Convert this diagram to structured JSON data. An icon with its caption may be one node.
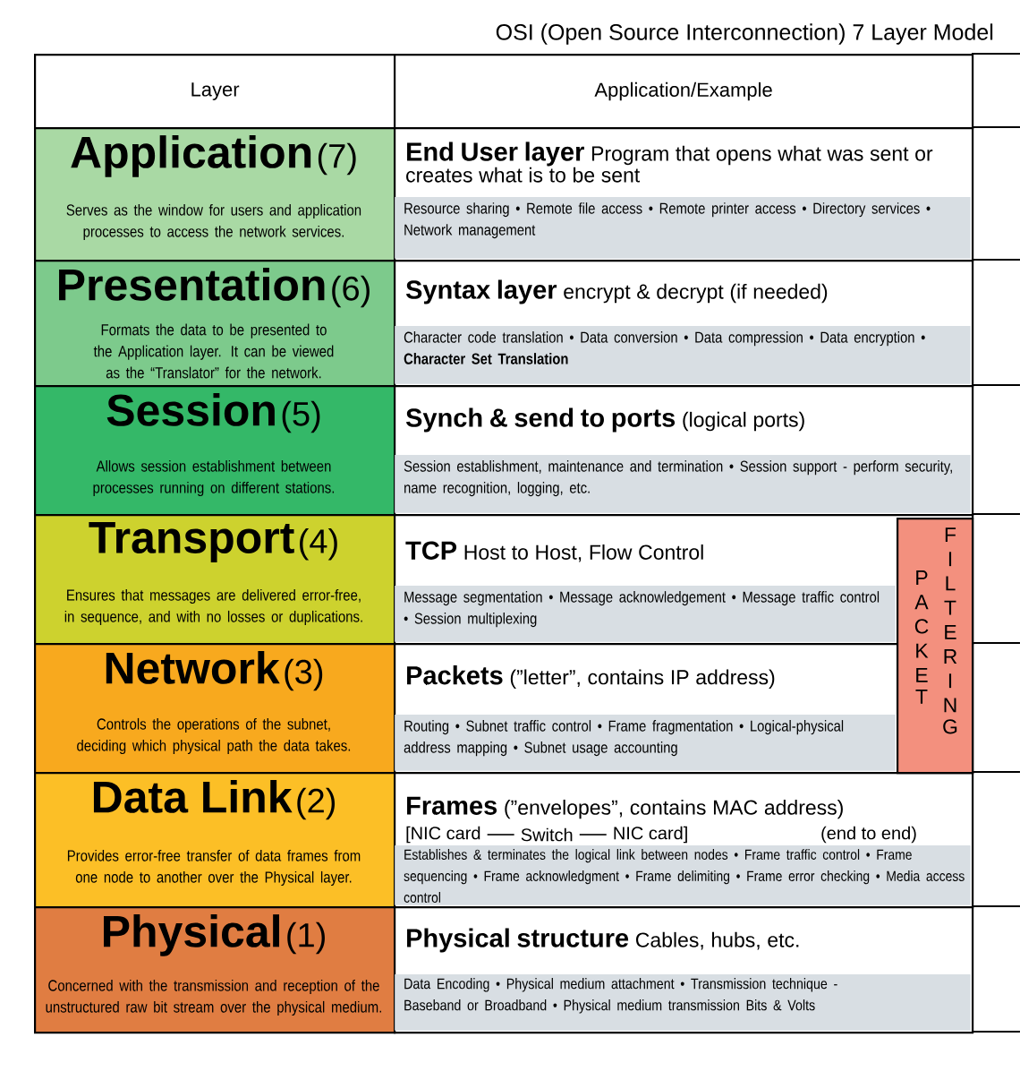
{
  "diagram": {
    "title": "OSI (Open Source Interconnection) 7 Layer Model",
    "nodes": [
      {
        "text": [
          "Layer"
        ]
      },
      {
        "text": [
          "Application/Example"
        ]
      },
      {
        "text": [
          "Application",
          "(7)",
          "Serves as the window for users and application processes to access the network services."
        ]
      },
      {
        "text": [
          "End User layer",
          "Program that opens what was sent or creates what is to be sent",
          "Resource sharing • Remote file access • Remote printer access • Directory services • Network management"
        ]
      },
      {
        "text": [
          "Presentation",
          "(6)",
          "Formats the data to be presented to the Application layer. It can be viewed as the “Translator” for the network."
        ]
      },
      {
        "text": [
          "Syntax layer",
          "encrypt & decrypt (if needed)",
          "Character code translation • Data conversion • Data compression • Data encryption • **Character Set Translation**"
        ]
      },
      {
        "text": [
          "Session",
          "(5)",
          "Allows session establishment between processes running on different stations."
        ]
      },
      {
        "text": [
          "Synch & send to ports",
          "(logical ports)",
          "Session establishment, maintenance and termination • Session support - perform security, name recognition, logging, etc."
        ]
      },
      {
        "text": [
          "Transport",
          "(4)",
          "Ensures that messages are delivered error-free, in sequence, and with no losses or duplications."
        ]
      },
      {
        "text": [
          "TCP",
          "Host to Host, Flow Control",
          "Message segmentation • Message acknowledgement • Message traffic control • Session multiplexing"
        ]
      },
      {
        "text": [
          "Network",
          "(3)",
          "Controls the operations of the subnet, deciding which physical path the data takes."
        ]
      },
      {
        "text": [
          "Packets",
          "(”letter”, contains IP address)",
          "Routing • Subnet traffic control • Frame fragmentation • Logical-physical address mapping • Subnet usage accounting"
        ]
      },
      {
        "text": [
          "Data Link",
          "(2)",
          "Provides error-free transfer of data frames from one node to another over the Physical layer."
        ]
      },
      {
        "text": [
          "Frames",
          "(”envelopes”, contains MAC address)",
          "[NIC card",
          "Switch",
          "NIC card]",
          "(end to end)",
          "Establishes & terminates the logical link between nodes • Frame traffic control • Frame sequencing • Frame acknowledgment • Frame delimiting • Frame error checking • Media access control"
        ]
      },
      {
        "text": [
          "Physical",
          "(1)",
          "Concerned with the transmission and reception of the unstructured raw bit stream over the physical medium."
        ]
      },
      {
        "text": [
          "Physical structure",
          "Cables, hubs, etc.",
          "Data Encoding • Physical medium attachment • Transmission technique - Baseband or Broadband • Physical medium transmission Bits & Volts"
        ]
      },
      {
        "text": [
          "PACKET",
          "FILTERING"
        ]
      }
    ]
  }
}
